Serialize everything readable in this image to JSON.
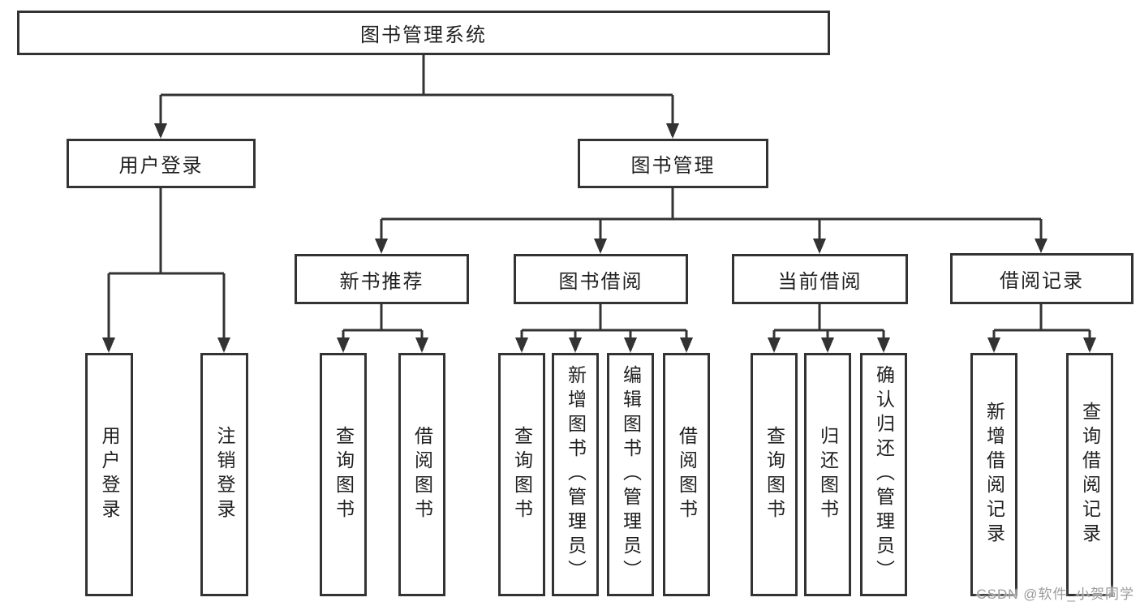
{
  "diagram": {
    "type": "hierarchy-tree",
    "title": "图书管理系统"
  },
  "nodes": {
    "root": "图书管理系统",
    "user_login": "用户登录",
    "book_mgmt": "图书管理",
    "new_book_rec": "新书推荐",
    "book_borrow": "图书借阅",
    "current_borrow": "当前借阅",
    "borrow_records": "借阅记录",
    "ul_user_login": "用户登录",
    "ul_logout": "注销登录",
    "nr_query_book": "查询图书",
    "nr_borrow_book": "借阅图书",
    "bb_query_book": "查询图书",
    "bb_add_book": "新增图书（管理员）",
    "bb_edit_book": "编辑图书（管理员）",
    "bb_borrow_book": "借阅图书",
    "cb_query_book": "查询图书",
    "cb_return_book": "归还图书",
    "cb_confirm_return": "确认归还（管理员）",
    "br_add_record": "新增借阅记录",
    "br_query_record": "查询借阅记录"
  },
  "edges": [
    [
      "root",
      "user_login"
    ],
    [
      "root",
      "book_mgmt"
    ],
    [
      "user_login",
      "ul_user_login"
    ],
    [
      "user_login",
      "ul_logout"
    ],
    [
      "book_mgmt",
      "new_book_rec"
    ],
    [
      "book_mgmt",
      "book_borrow"
    ],
    [
      "book_mgmt",
      "current_borrow"
    ],
    [
      "book_mgmt",
      "borrow_records"
    ],
    [
      "new_book_rec",
      "nr_query_book"
    ],
    [
      "new_book_rec",
      "nr_borrow_book"
    ],
    [
      "book_borrow",
      "bb_query_book"
    ],
    [
      "book_borrow",
      "bb_add_book"
    ],
    [
      "book_borrow",
      "bb_edit_book"
    ],
    [
      "book_borrow",
      "bb_borrow_book"
    ],
    [
      "current_borrow",
      "cb_query_book"
    ],
    [
      "current_borrow",
      "cb_return_book"
    ],
    [
      "current_borrow",
      "cb_confirm_return"
    ],
    [
      "borrow_records",
      "br_add_record"
    ],
    [
      "borrow_records",
      "br_query_record"
    ]
  ],
  "watermark": {
    "text": "CSDN @软件_小贺同学"
  },
  "colors": {
    "line": "#333333",
    "box_border": "#333333",
    "text": "#1f1f1f",
    "watermark": "#9b9b9b",
    "background": "#ffffff"
  }
}
